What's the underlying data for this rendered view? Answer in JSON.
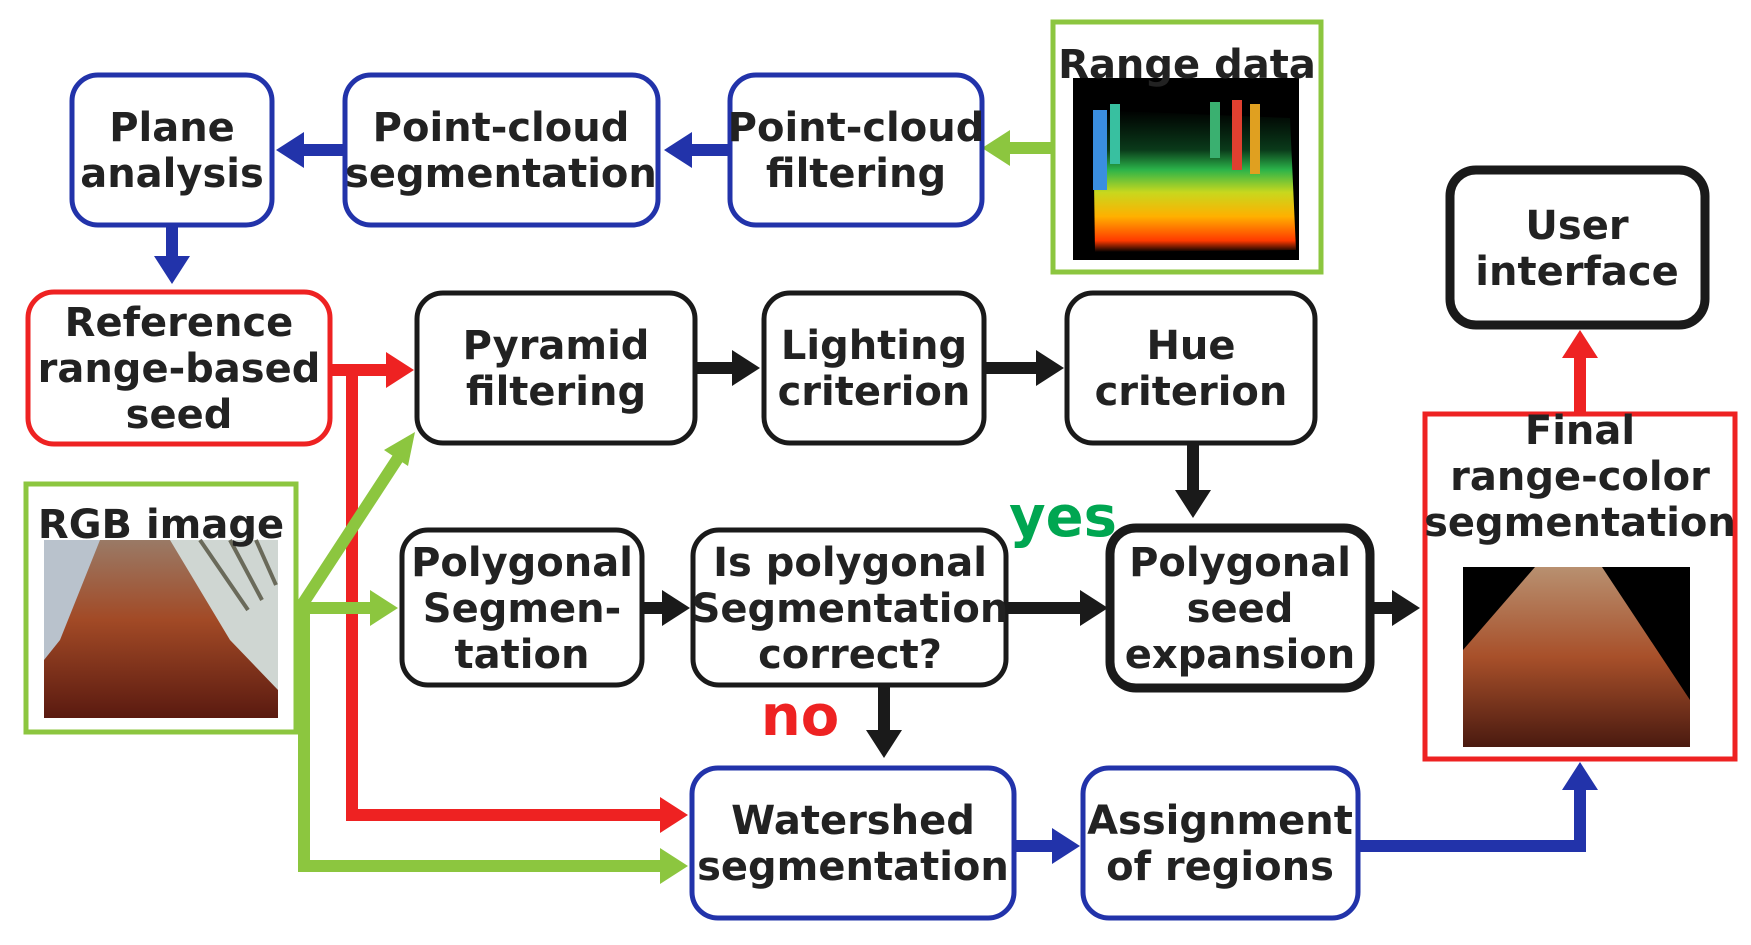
{
  "colors": {
    "blue": "#2233aa",
    "red": "#ee2222",
    "green": "#8cc63f",
    "black": "#1a1a1a",
    "yes": "#00a651",
    "no": "#ee2222"
  },
  "nodes": {
    "plane_analysis": [
      "Plane",
      "analysis"
    ],
    "pc_segmentation": [
      "Point-cloud",
      "segmentation"
    ],
    "pc_filtering": [
      "Point-cloud",
      "filtering"
    ],
    "range_data": [
      "Range data"
    ],
    "reference_seed": [
      "Reference",
      "range-based",
      "seed"
    ],
    "pyramid_filtering": [
      "Pyramid",
      "filtering"
    ],
    "lighting_criterion": [
      "Lighting",
      "criterion"
    ],
    "hue_criterion": [
      "Hue",
      "criterion"
    ],
    "user_interface": [
      "User",
      "interface"
    ],
    "rgb_image": [
      "RGB image"
    ],
    "polygonal_segmentation": [
      "Polygonal",
      "Segmen-",
      "tation"
    ],
    "decision": [
      "Is polygonal",
      "Segmentation",
      "correct?"
    ],
    "seed_expansion": [
      "Polygonal",
      "seed",
      "expansion"
    ],
    "final_segmentation": [
      "Final",
      "range-color",
      "segmentation"
    ],
    "watershed": [
      "Watershed",
      "segmentation"
    ],
    "assignment": [
      "Assignment",
      "of regions"
    ]
  },
  "labels": {
    "yes": "yes",
    "no": "no"
  }
}
